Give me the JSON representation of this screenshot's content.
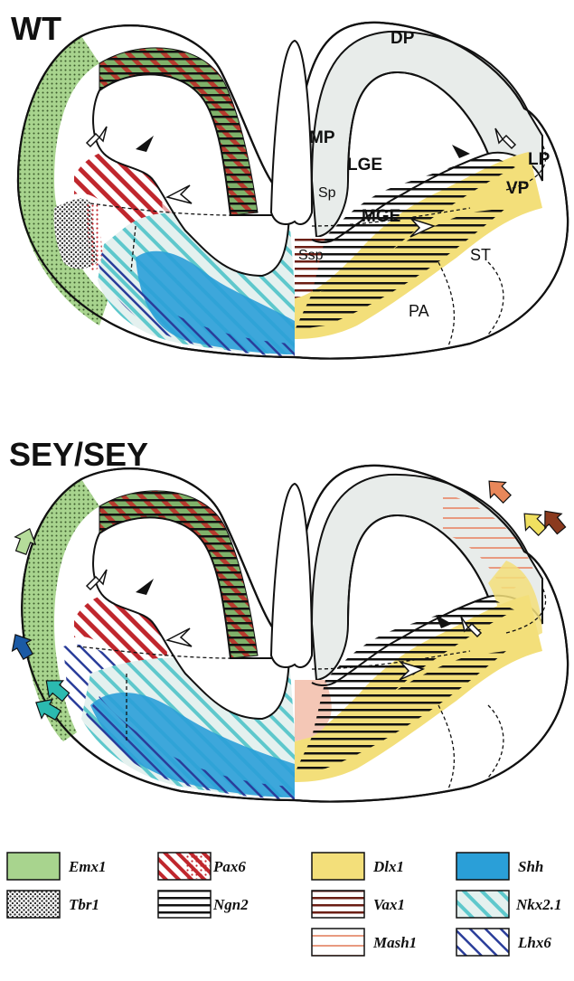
{
  "panels": [
    {
      "title": "WT",
      "labels": {
        "dp": "DP",
        "mp": "MP",
        "lge": "LGE",
        "lp": "LP",
        "vp": "VP",
        "sp": "Sp",
        "mge": "MGE",
        "ssp": "Ssp",
        "st": "ST",
        "pa": "PA"
      }
    },
    {
      "title": "SEY/SEY",
      "labels": {}
    }
  ],
  "legend": [
    {
      "gene": "Emx1",
      "pattern": "solid",
      "color": "#a8d48e"
    },
    {
      "gene": "Tbr1",
      "pattern": "dots",
      "color": "#333333"
    },
    {
      "gene": "Pax6",
      "pattern": "diagonal-and-dots",
      "color": "#c0272d"
    },
    {
      "gene": "Ngn2",
      "pattern": "horizontal-lines",
      "color": "#111111"
    },
    {
      "gene": "Dlx1",
      "pattern": "solid",
      "color": "#f3df7a"
    },
    {
      "gene": "Vax1",
      "pattern": "horizontal-lines",
      "color": "#6b1e14"
    },
    {
      "gene": "Mash1",
      "pattern": "horizontal-lines",
      "color": "#e89a80"
    },
    {
      "gene": "Shh",
      "pattern": "solid",
      "color": "#2a9fd8"
    },
    {
      "gene": "Nkx2.1",
      "pattern": "diagonal-lines",
      "color": "#5ec8cc"
    },
    {
      "gene": "Lhx6",
      "pattern": "diagonal-lines",
      "color": "#2a3d9a"
    }
  ],
  "arrow_colors": {
    "light_green": "#b5dc9a",
    "dark_blue": "#1b5aa5",
    "teal": "#2bbab0",
    "orange": "#e8875a",
    "yellow": "#f0e060",
    "brown": "#8b3a1e"
  }
}
